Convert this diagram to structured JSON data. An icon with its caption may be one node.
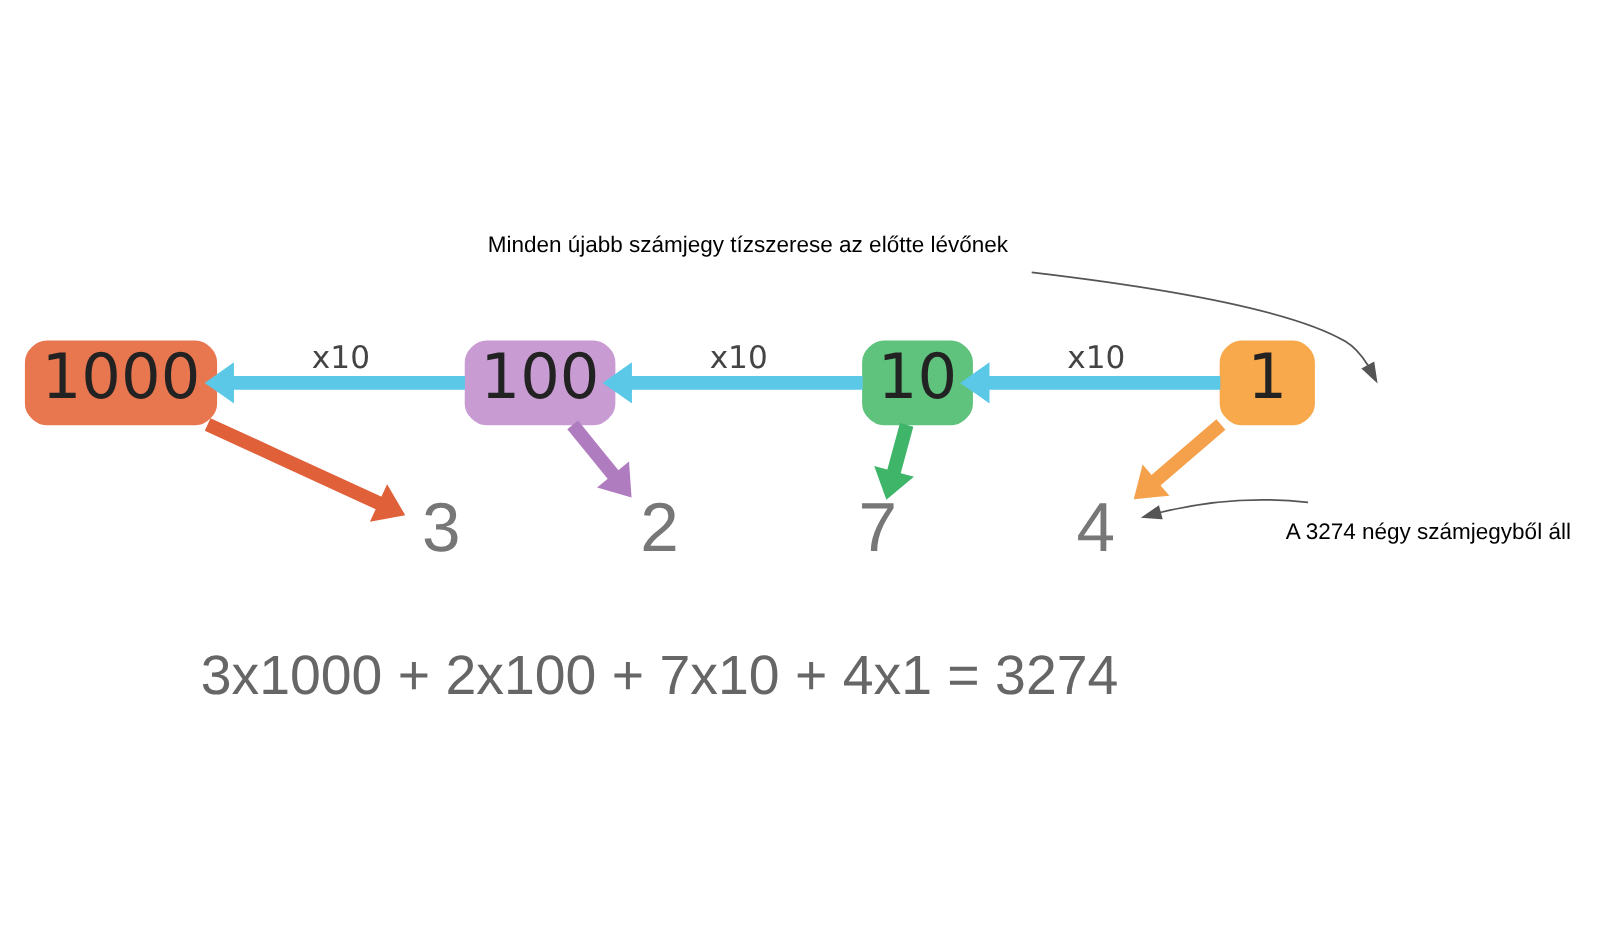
{
  "diagram": {
    "nodes": [
      {
        "text": [
          "1000"
        ]
      },
      {
        "text": [
          "100"
        ]
      },
      {
        "text": [
          "10"
        ]
      },
      {
        "text": [
          "1"
        ]
      },
      {
        "text": [
          "3"
        ]
      },
      {
        "text": [
          "2"
        ]
      },
      {
        "text": [
          "7"
        ]
      },
      {
        "text": [
          "4"
        ]
      },
      {
        "text": [
          "Minden újabb számjegy tízszerese az előtte lévőnek"
        ]
      },
      {
        "text": [
          "A 3274 négy számjegyből áll"
        ]
      }
    ],
    "edges": [
      {
        "from": 1,
        "to": 0,
        "arrow": "to",
        "label": "x10",
        "color": "#5bc8e8"
      },
      {
        "from": 2,
        "to": 1,
        "arrow": "to",
        "label": "x10",
        "color": "#5bc8e8"
      },
      {
        "from": 3,
        "to": 2,
        "arrow": "to",
        "label": "x10",
        "color": "#5bc8e8"
      },
      {
        "from": 0,
        "to": 4,
        "arrow": "to",
        "color": "#e0603a"
      },
      {
        "from": 1,
        "to": 5,
        "arrow": "to",
        "color": "#b07cc0"
      },
      {
        "from": 2,
        "to": 6,
        "arrow": "to",
        "color": "#3fb56a"
      },
      {
        "from": 3,
        "to": 7,
        "arrow": "to",
        "color": "#f5a04a"
      },
      {
        "from": 8,
        "to": null,
        "arrow": "to",
        "color": "#555555"
      },
      {
        "from": 9,
        "to": 7,
        "arrow": "to",
        "color": "#555555"
      }
    ],
    "labels": [
      "3x1000 + 2x100 + 7x10 + 4x1 = 3274"
    ]
  }
}
